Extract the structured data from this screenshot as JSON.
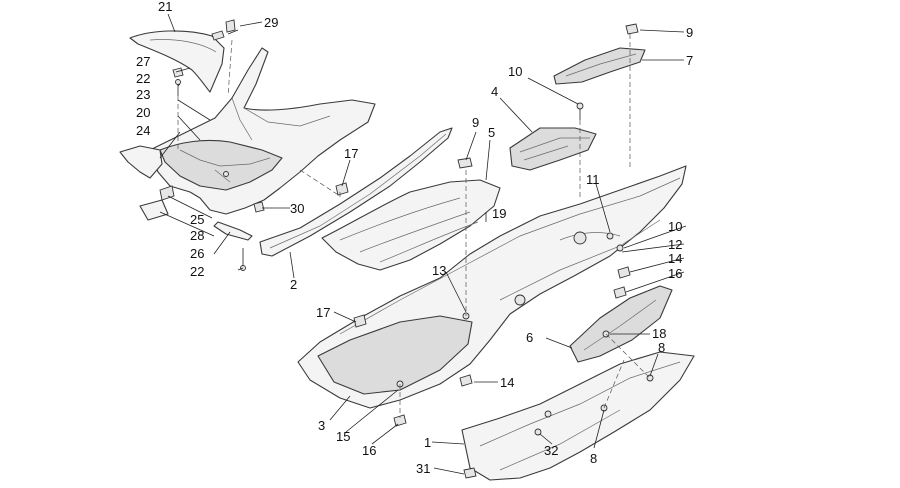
{
  "callouts": {
    "c1": "1",
    "c2": "2",
    "c3": "3",
    "c4": "4",
    "c5": "5",
    "c6": "6",
    "c7": "7",
    "c8a": "8",
    "c8b": "8",
    "c9a": "9",
    "c9b": "9",
    "c10a": "10",
    "c10b": "10",
    "c11": "11",
    "c12": "12",
    "c13": "13",
    "c14a": "14",
    "c14b": "14",
    "c15": "15",
    "c16a": "16",
    "c16b": "16",
    "c17a": "17",
    "c17b": "17",
    "c18": "18",
    "c19": "19",
    "c20": "20",
    "c21": "21",
    "c22a": "22",
    "c22b": "22",
    "c23": "23",
    "c24": "24",
    "c25": "25",
    "c26": "26",
    "c27": "27",
    "c28": "28",
    "c29": "29",
    "c30": "30",
    "c31": "31",
    "c32": "32"
  }
}
